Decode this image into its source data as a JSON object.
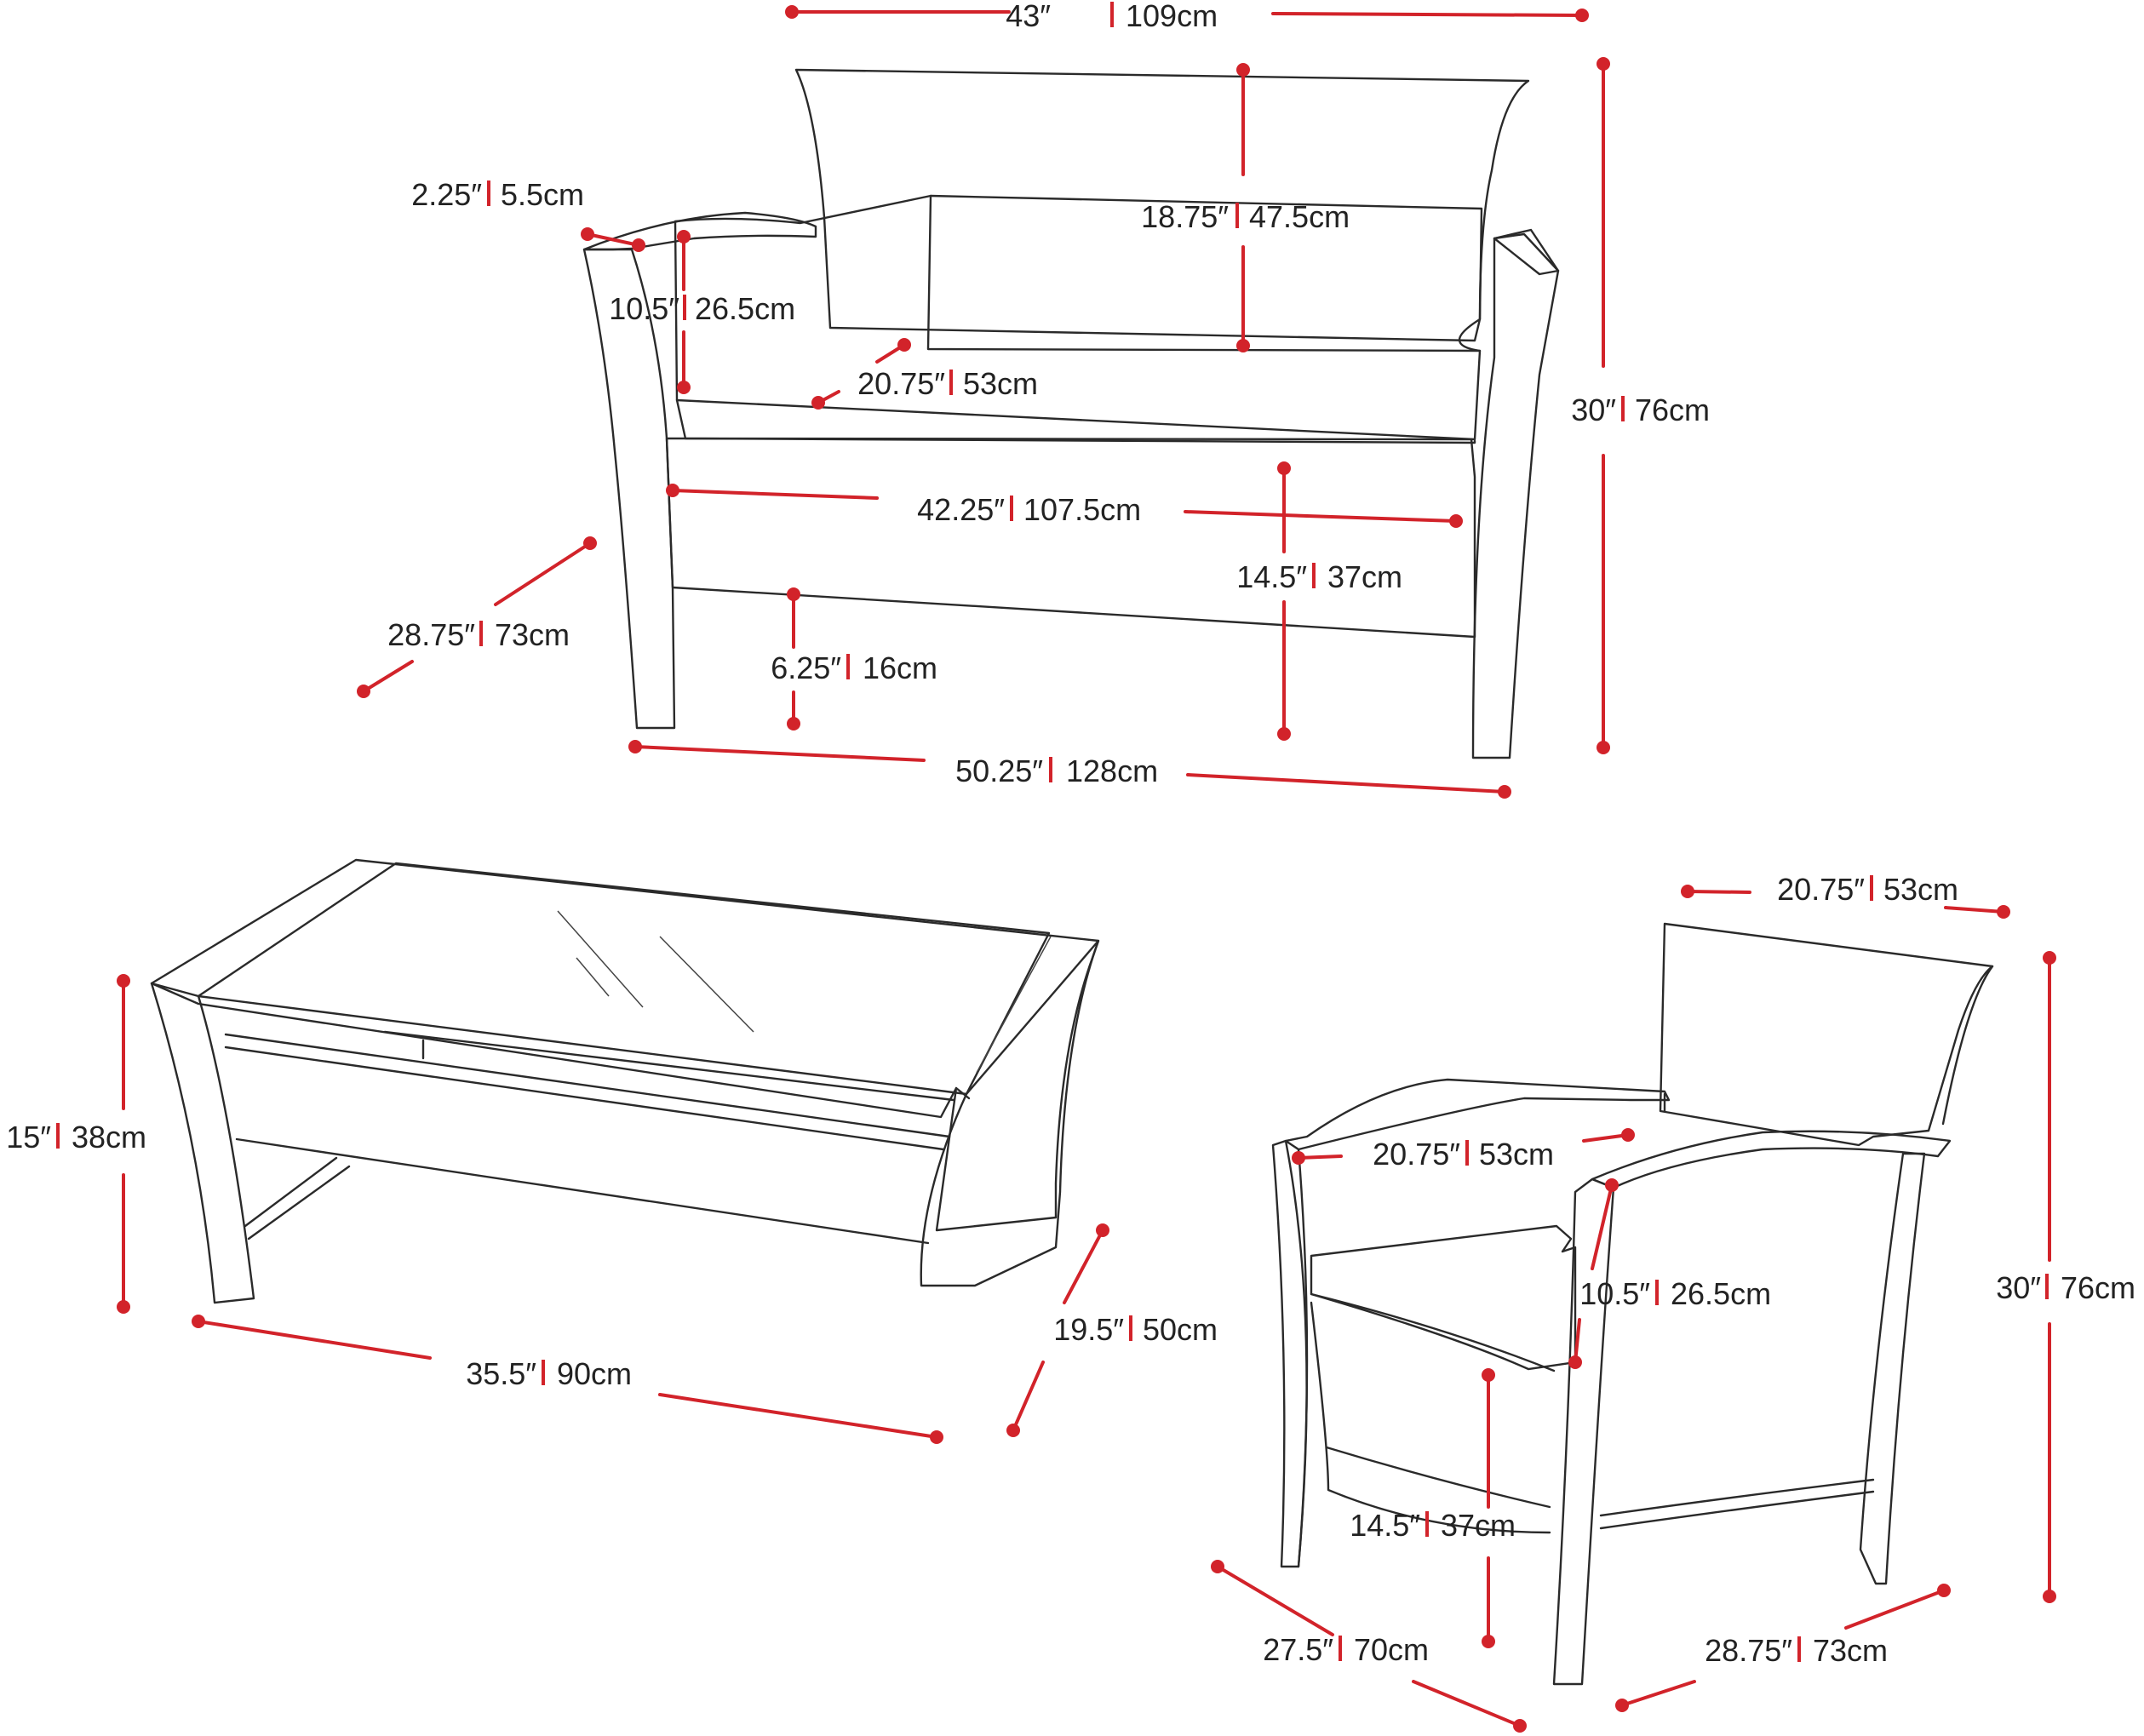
{
  "colors": {
    "dimension_line": "#d2232a",
    "outline": "#2a2a2a",
    "background": "#ffffff"
  },
  "loveseat": {
    "width_top": {
      "imperial": "43″",
      "metric": "109cm"
    },
    "backrest_height": {
      "imperial": "18.75″",
      "metric": "47.5cm"
    },
    "arm_width": {
      "imperial": "2.25″",
      "metric": "5.5cm"
    },
    "arm_height": {
      "imperial": "10.5″",
      "metric": "26.5cm"
    },
    "seat_depth": {
      "imperial": "20.75″",
      "metric": "53cm"
    },
    "total_height": {
      "imperial": "30″",
      "metric": "76cm"
    },
    "seat_width": {
      "imperial": "42.25″",
      "metric": "107.5cm"
    },
    "seat_height": {
      "imperial": "14.5″",
      "metric": "37cm"
    },
    "depth": {
      "imperial": "28.75″",
      "metric": "73cm"
    },
    "clearance": {
      "imperial": "6.25″",
      "metric": "16cm"
    },
    "total_width": {
      "imperial": "50.25″",
      "metric": "128cm"
    }
  },
  "coffee_table": {
    "height": {
      "imperial": "15″",
      "metric": "38cm"
    },
    "length": {
      "imperial": "35.5″",
      "metric": "90cm"
    },
    "depth": {
      "imperial": "19.5″",
      "metric": "50cm"
    }
  },
  "chair": {
    "back_width": {
      "imperial": "20.75″",
      "metric": "53cm"
    },
    "seat_width": {
      "imperial": "20.75″",
      "metric": "53cm"
    },
    "arm_height": {
      "imperial": "10.5″",
      "metric": "26.5cm"
    },
    "total_height": {
      "imperial": "30″",
      "metric": "76cm"
    },
    "seat_height": {
      "imperial": "14.5″",
      "metric": "37cm"
    },
    "width": {
      "imperial": "27.5″",
      "metric": "70cm"
    },
    "depth": {
      "imperial": "28.75″",
      "metric": "73cm"
    }
  }
}
